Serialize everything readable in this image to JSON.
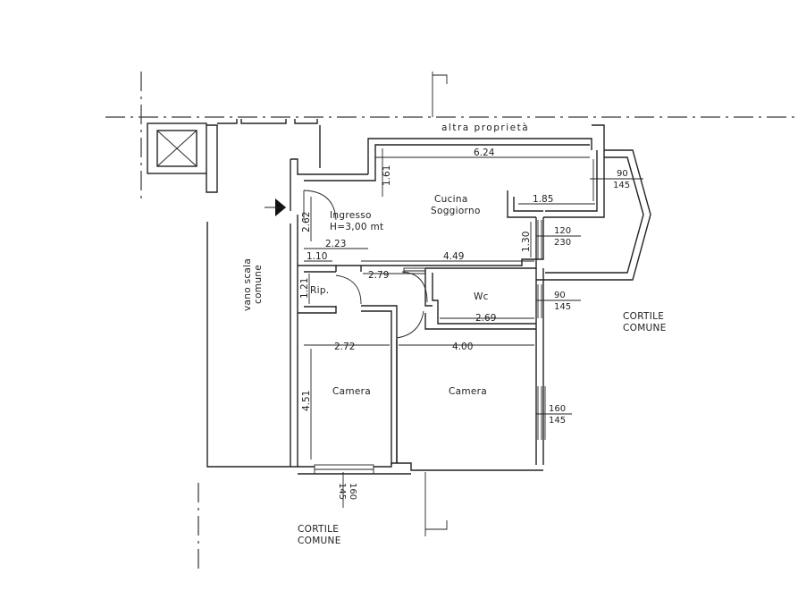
{
  "labels": {
    "altra_proprieta": "altra proprietà",
    "cucina": "Cucina",
    "soggiorno": "Soggiorno",
    "ingresso": "Ingresso",
    "altezza": "H=3,00 mt",
    "vano_scala_1": "vano scala",
    "vano_scala_2": "comune",
    "rip": "Rip.",
    "wc": "Wc",
    "camera_left": "Camera",
    "camera_right": "Camera",
    "cortile_right_1": "CORTILE",
    "cortile_right_2": "COMUNE",
    "cortile_bottom_1": "CORTILE",
    "cortile_bottom_2": "COMUNE"
  },
  "dimensions": {
    "d_6_24": "6.24",
    "d_1_61": "1.61",
    "d_1_85": "1.85",
    "d_2_62": "2.62",
    "d_2_23": "2.23",
    "d_1_10": "1.10",
    "d_4_49": "4.49",
    "d_1_30": "1.30",
    "d_2_79": "2.79",
    "d_1_21": "1.21",
    "d_2_69": "2.69",
    "d_2_72": "2.72",
    "d_4_00": "4.00",
    "d_4_51": "4.51"
  },
  "windows": {
    "w1_top": "90",
    "w1_bot": "145",
    "w2_top": "120",
    "w2_bot": "230",
    "w3_top": "90",
    "w3_bot": "145",
    "w4_top": "160",
    "w4_bot": "145",
    "w5_top": "160",
    "w5_bot": "145"
  }
}
